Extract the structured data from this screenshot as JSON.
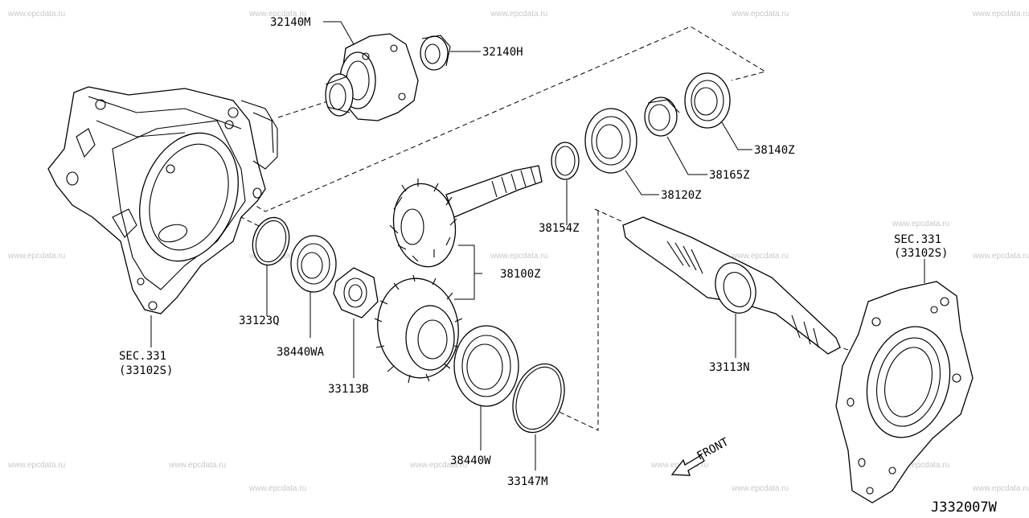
{
  "watermark": "www.epcdata.ru",
  "diagram_code": "J332007W",
  "front_label": "FRONT",
  "labels": {
    "p32140M": "32140M",
    "p32140H": "32140H",
    "p38140Z": "38140Z",
    "p38165Z": "38165Z",
    "p38120Z": "38120Z",
    "p38154Z": "38154Z",
    "p38100Z": "38100Z",
    "p33123Q": "33123Q",
    "p38440WA": "38440WA",
    "p33113B": "33113B",
    "p38440W": "38440W",
    "p33147M": "33147M",
    "p33113N": "33113N",
    "sec_left_line1": "SEC.331",
    "sec_left_line2": "(33102S)",
    "sec_right_line1": "SEC.331",
    "sec_right_line2": "(33102S)"
  }
}
